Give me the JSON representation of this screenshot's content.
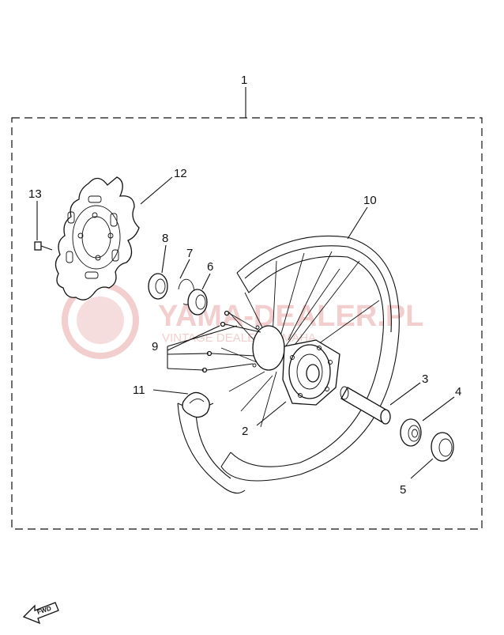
{
  "diagram": {
    "assembly_label": "1",
    "callouts": {
      "c2": "2",
      "c3": "3",
      "c4": "4",
      "c5": "5",
      "c6": "6",
      "c7": "7",
      "c8": "8",
      "c9": "9",
      "c10": "10",
      "c11": "11",
      "c12": "12",
      "c13": "13"
    },
    "fwd_label": "FWD"
  },
  "watermark": {
    "title": "YAMA-DEALER.PL",
    "subtitle": "VINTAGE DEALER YAMAHA",
    "color": "#f2c9c9"
  }
}
